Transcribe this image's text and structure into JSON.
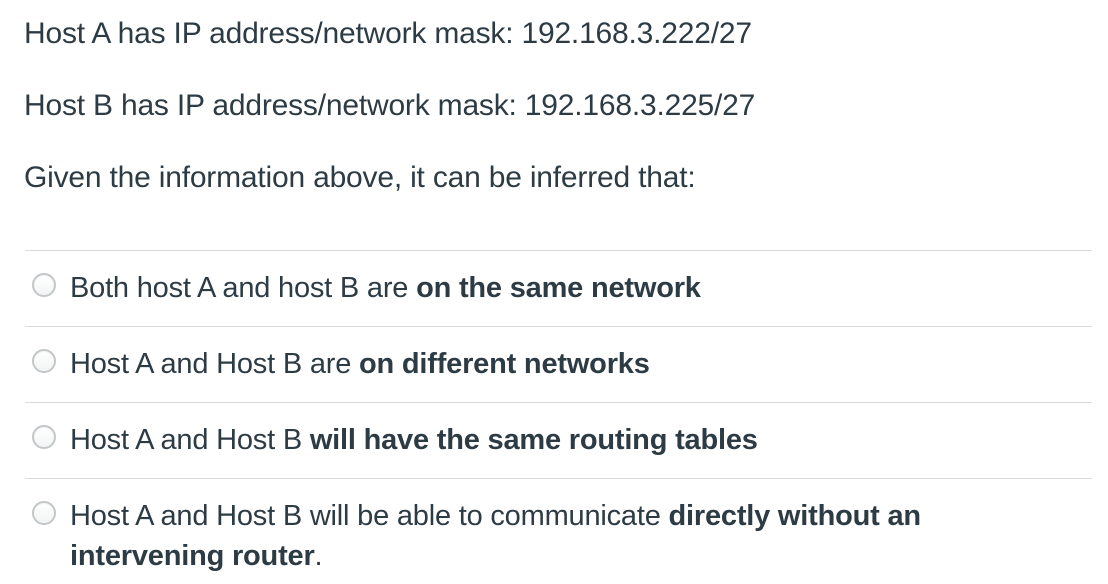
{
  "question": {
    "lines": [
      "Host A has IP address/network mask: 192.168.3.222/27",
      "Host B has IP address/network mask: 192.168.3.225/27",
      "Given the information above, it can be inferred that:"
    ]
  },
  "options": [
    {
      "pre": "Both host A and host B are ",
      "bold": "on the same network",
      "post": ""
    },
    {
      "pre": "Host A and Host B are ",
      "bold": "on different networks",
      "post": ""
    },
    {
      "pre": "Host A and Host B ",
      "bold": "will have the same routing tables",
      "post": ""
    },
    {
      "pre": "Host A and Host B will be able to communicate ",
      "bold": "directly without an intervening router",
      "post": "."
    }
  ],
  "radio_state": "unselected",
  "colors": {
    "text": "#2D3B45",
    "divider": "#D9DCDE",
    "radio_border": "#C3C7C9",
    "background": "#FFFFFF"
  }
}
